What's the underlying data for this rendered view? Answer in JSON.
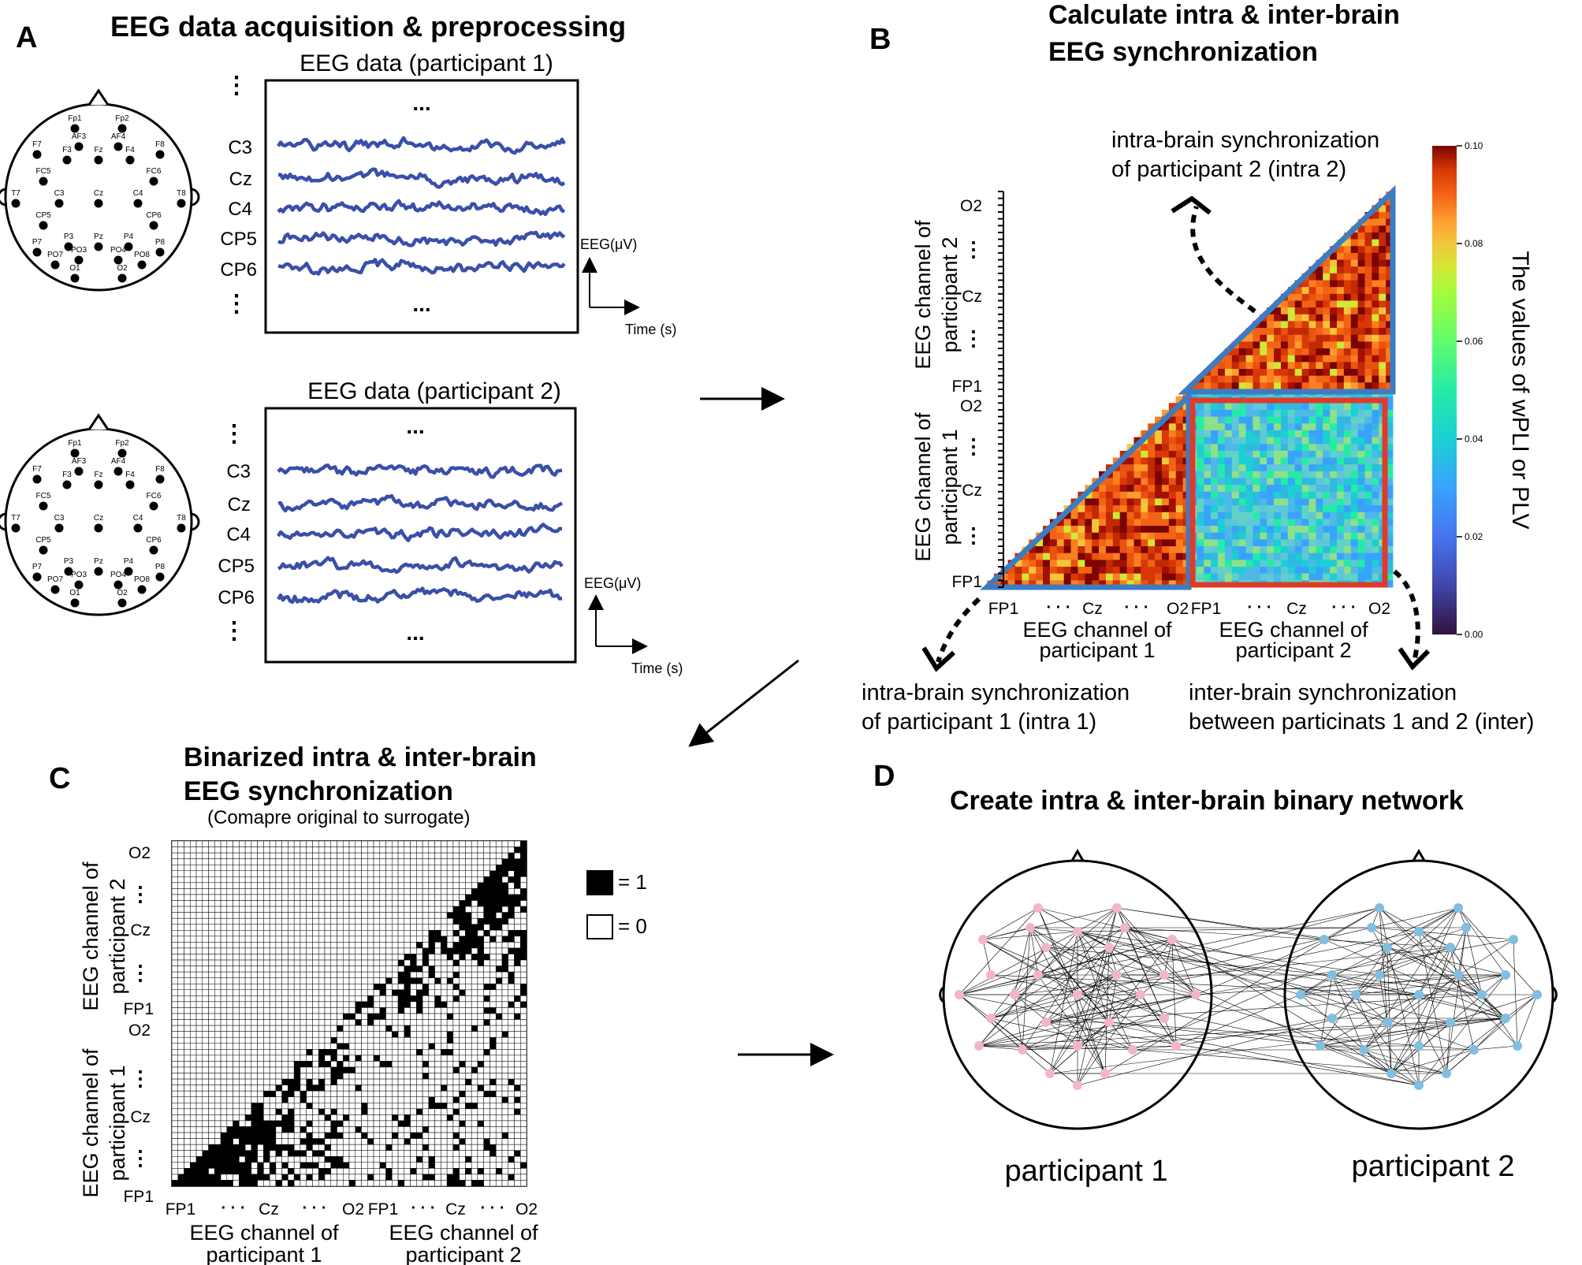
{
  "panels": {
    "A": {
      "letter": "A",
      "title": "EEG data acquisition & preprocessing",
      "plot1_title": "EEG data (participant 1)",
      "plot2_title": "EEG data (participant 2)",
      "ellipsis": "...",
      "channels": [
        "C3",
        "Cz",
        "C4",
        "CP5",
        "CP6"
      ],
      "y_axis": "EEG(μV)",
      "x_axis": "Time (s)",
      "electrodes": [
        "Fp1",
        "Fp2",
        "AF3",
        "AF4",
        "F7",
        "F3",
        "Fz",
        "F4",
        "F8",
        "FC5",
        "FC6",
        "T7",
        "C3",
        "Cz",
        "C4",
        "T8",
        "CP5",
        "CP6",
        "P7",
        "P3",
        "Pz",
        "P4",
        "P8",
        "PO7",
        "PO3",
        "PO4",
        "PO8",
        "O1",
        "O2"
      ]
    },
    "B": {
      "letter": "B",
      "title_line1": "Calculate intra & inter-brain",
      "title_line2": "EEG synchronization",
      "intra2_line1": "intra-brain synchronization",
      "intra2_line2": "of  participant 2 (intra 2)",
      "intra1_line1": "intra-brain synchronization",
      "intra1_line2": "of  participant 1 (intra 1)",
      "inter_line1": "inter-brain synchronization",
      "inter_line2": "between particinats 1 and 2 (inter)",
      "ylabel_p2_line1": "EEG channel of",
      "ylabel_p2_line2": "participant 2",
      "ylabel_p1_line1": "EEG channel of",
      "ylabel_p1_line2": "participant 1",
      "xlabel_p1_line1": "EEG channel of",
      "xlabel_p1_line2": "participant 1",
      "xlabel_p2_line1": "EEG channel of",
      "xlabel_p2_line2": "participant 2",
      "tick_labels": [
        "FP1",
        "Cz",
        "O2"
      ],
      "colorbar_label": "The values of wPLI or PLV",
      "colorbar_ticks": [
        "0.00",
        "0.02",
        "0.04",
        "0.06",
        "0.08",
        "0.10"
      ]
    },
    "C": {
      "letter": "C",
      "title_line1": "Binarized intra & inter-brain",
      "title_line2": "EEG synchronization",
      "subtitle": "(Comapre original to surrogate)",
      "legend_one": "= 1",
      "legend_zero": "= 0",
      "ylabel_p2_line1": "EEG channel of",
      "ylabel_p2_line2": "participant 2",
      "ylabel_p1_line1": "EEG channel of",
      "ylabel_p1_line2": "participant 1",
      "xlabel_p1_line1": "EEG channel of",
      "xlabel_p1_line2": "participant 1",
      "xlabel_p2_line1": "EEG channel of",
      "xlabel_p2_line2": "participant 2",
      "tick_labels": [
        "FP1",
        "Cz",
        "O2"
      ]
    },
    "D": {
      "letter": "D",
      "title": "Create intra & inter-brain binary network",
      "label_p1": "participant 1",
      "label_p2": "participant 2"
    }
  },
  "colors": {
    "signal": "#3a4fa8",
    "triangle_outline": "#3d7cc0",
    "inter_outline": "#e03a2a",
    "node_p1": "#f4b6c6",
    "node_p2": "#7fbfe0"
  }
}
